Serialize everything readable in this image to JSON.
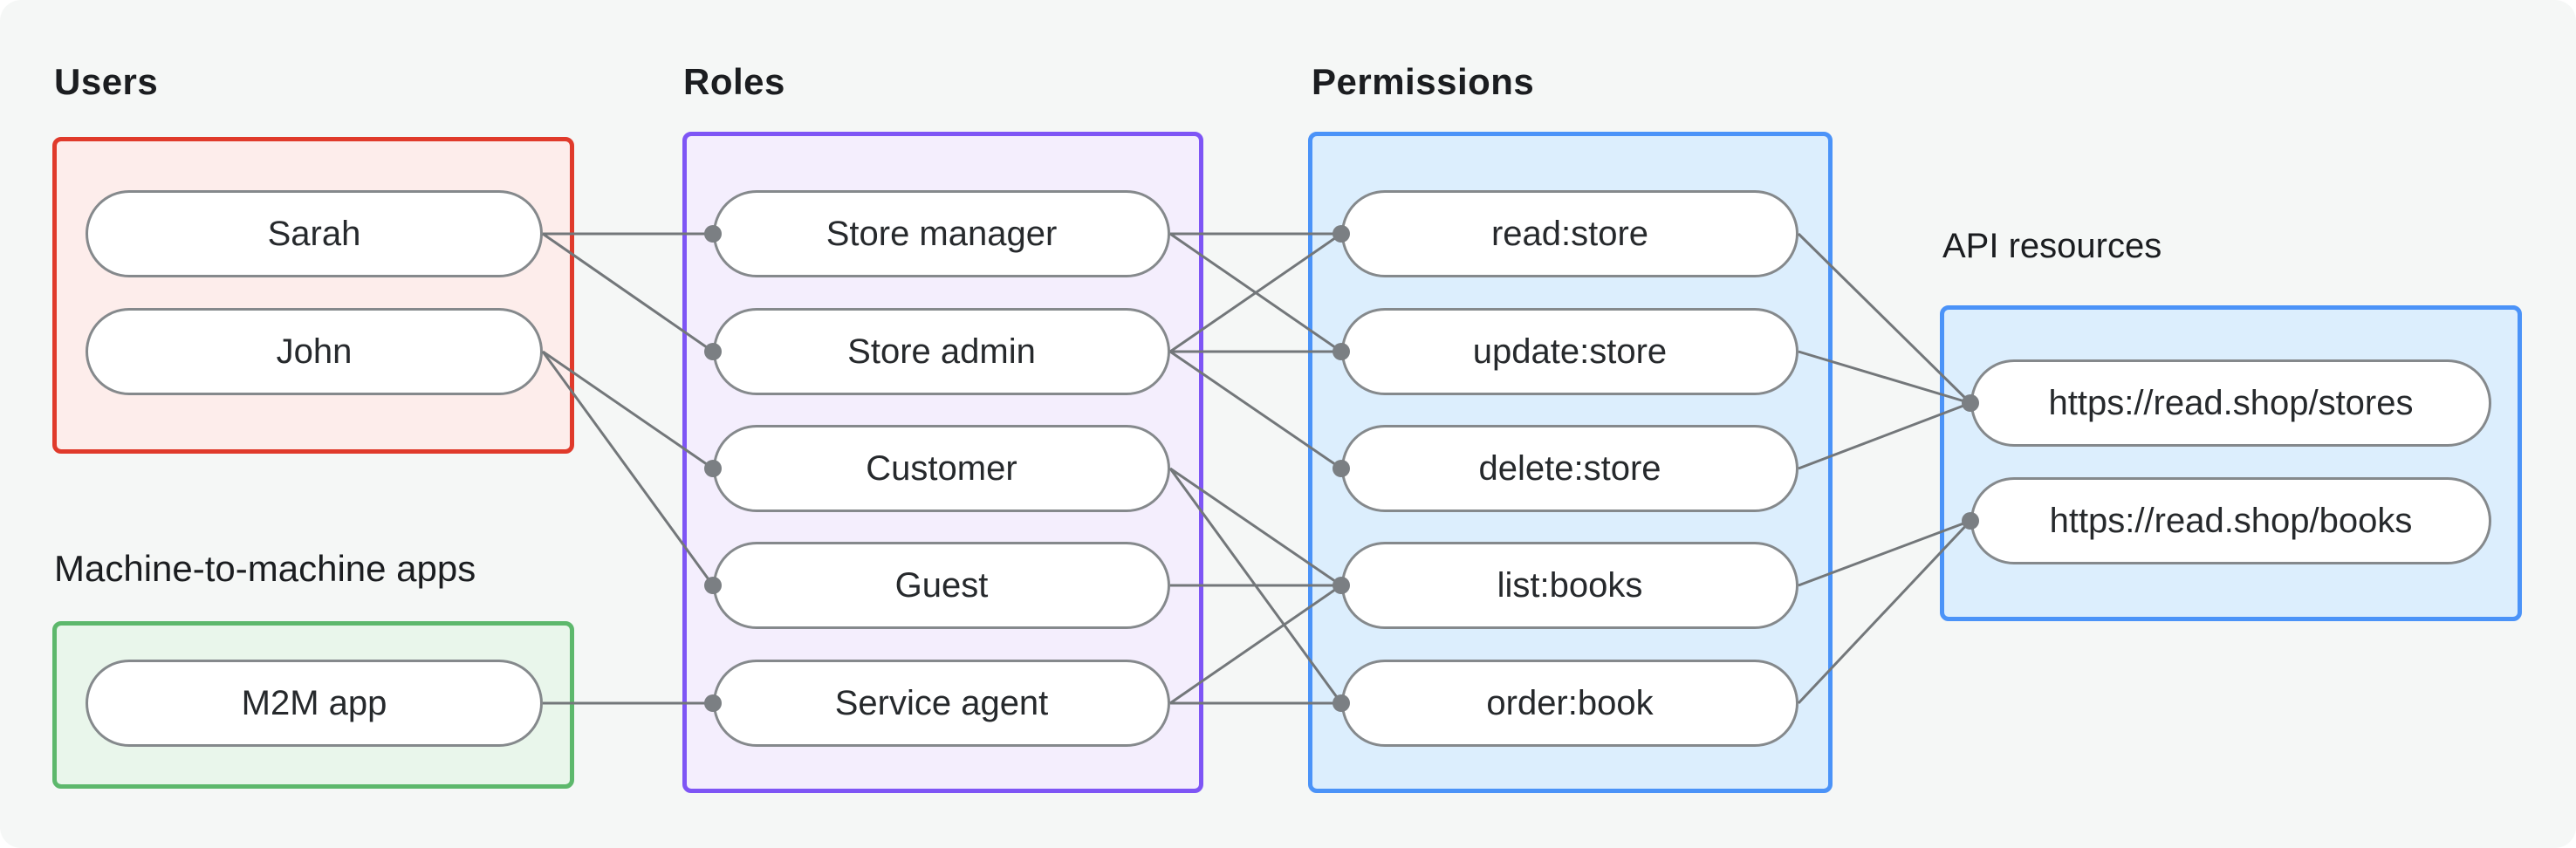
{
  "diagram": {
    "background_color": "#f5f7f6",
    "edge_color": "#73777a",
    "dot_color": "#7b7f83",
    "pill_border_color": "#85898c",
    "groups": [
      {
        "id": "users",
        "label": "Users",
        "border_color": "#e03a2b",
        "fill_color": "#fdedeb",
        "nodes": [
          {
            "id": "sarah",
            "label": "Sarah"
          },
          {
            "id": "john",
            "label": "John"
          }
        ]
      },
      {
        "id": "m2m",
        "label": "Machine-to-machine apps",
        "border_color": "#5db86c",
        "fill_color": "#e9f6eb",
        "nodes": [
          {
            "id": "m2m-app",
            "label": "M2M app"
          }
        ]
      },
      {
        "id": "roles",
        "label": "Roles",
        "border_color": "#7e55f5",
        "fill_color": "#f4eefd",
        "nodes": [
          {
            "id": "store-manager",
            "label": "Store manager"
          },
          {
            "id": "store-admin",
            "label": "Store admin"
          },
          {
            "id": "customer",
            "label": "Customer"
          },
          {
            "id": "guest",
            "label": "Guest"
          },
          {
            "id": "service-agent",
            "label": "Service agent"
          }
        ]
      },
      {
        "id": "permissions",
        "label": "Permissions",
        "border_color": "#4b93f8",
        "fill_color": "#dceefd",
        "nodes": [
          {
            "id": "read-store",
            "label": "read:store"
          },
          {
            "id": "update-store",
            "label": "update:store"
          },
          {
            "id": "delete-store",
            "label": "delete:store"
          },
          {
            "id": "list-books",
            "label": "list:books"
          },
          {
            "id": "order-book",
            "label": "order:book"
          }
        ]
      },
      {
        "id": "api-resources",
        "label": "API resources",
        "border_color": "#4b93f8",
        "fill_color": "#dceefd",
        "nodes": [
          {
            "id": "stores-api",
            "label": "https://read.shop/stores"
          },
          {
            "id": "books-api",
            "label": "https://read.shop/books"
          }
        ]
      }
    ],
    "edges": [
      [
        "sarah",
        "store-manager"
      ],
      [
        "sarah",
        "store-admin"
      ],
      [
        "john",
        "customer"
      ],
      [
        "john",
        "guest"
      ],
      [
        "m2m-app",
        "service-agent"
      ],
      [
        "store-manager",
        "read-store"
      ],
      [
        "store-manager",
        "update-store"
      ],
      [
        "store-admin",
        "read-store"
      ],
      [
        "store-admin",
        "update-store"
      ],
      [
        "store-admin",
        "delete-store"
      ],
      [
        "customer",
        "list-books"
      ],
      [
        "customer",
        "order-book"
      ],
      [
        "guest",
        "list-books"
      ],
      [
        "service-agent",
        "list-books"
      ],
      [
        "service-agent",
        "order-book"
      ],
      [
        "read-store",
        "stores-api"
      ],
      [
        "update-store",
        "stores-api"
      ],
      [
        "delete-store",
        "stores-api"
      ],
      [
        "list-books",
        "books-api"
      ],
      [
        "order-book",
        "books-api"
      ]
    ]
  }
}
